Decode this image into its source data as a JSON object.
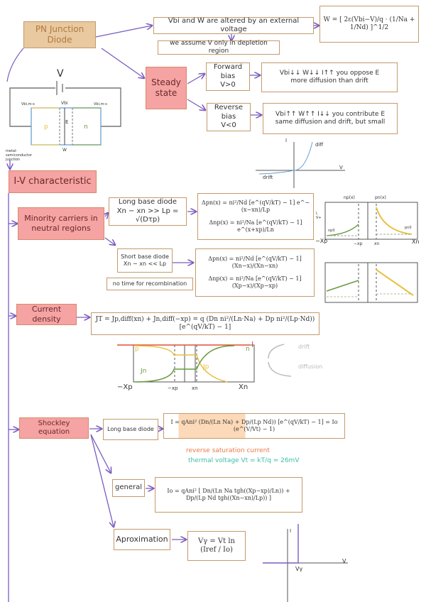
{
  "title": "PN Junction Diode",
  "top": {
    "alter_note": "Vbi and W are altered by an external voltage",
    "w_formula": "W = [ 2ε(Vbi−V)/q · (1/Na + 1/Nd) ]^1/2",
    "assume_note": "we assume V only in depletion region"
  },
  "steady": {
    "label": "Steady state",
    "forward": {
      "label": "Forward bias",
      "cond": "V>0",
      "effects": "Vbi↓↓  W↓↓  I↑↑   you oppose E",
      "note": "more diffusion than drift"
    },
    "reverse": {
      "label": "Reverse bias",
      "cond": "V<0",
      "effects": "Vbi↑↑  W↑↑  I↓↓   you contribute E",
      "note": "same diffusion and drift, but small"
    }
  },
  "circuit": {
    "v": "V",
    "vbi": "Vbi",
    "vleft": "Vbi,m-s",
    "vright": "Vbi,m-s",
    "p": "p",
    "n": "n",
    "e": "E",
    "w": "W",
    "junction": "metal-semiconductor junction"
  },
  "iv_plot": {
    "i": "I",
    "v": "V",
    "diff": "diff",
    "drift": "drift"
  },
  "iv": {
    "label": "I-V characteristic",
    "minority": {
      "label": "Minority carriers in neutral regions",
      "long": {
        "label": "Long base diode",
        "cond": "Xn − xn >> Lp = √(Dτp)",
        "eq1": "Δpn(x) = ni²/Nd [e^(qV/kT) − 1] e^−(x−xn)/Lp",
        "eq2": "Δnp(x) = ni²/Na [e^(qV/kT) − 1] e^(x+xp)/Ln"
      },
      "short": {
        "label": "Short base diode",
        "cond": "Xn − xn << Lp",
        "note": "no time for recombination",
        "eq1": "Δpn(x) = ni²/Nd [e^(qV/kT) − 1] (Xn−x)/(Xn−xn)",
        "eq2": "Δnp(x) = ni²/Na [e^(qV/kT) − 1] (Xp−x)/(Xp−xp)"
      },
      "plot": {
        "np": "np(x)",
        "pn": "pn(x)",
        "np0": "np0",
        "pn0": "pn0",
        "xl": "−Xp",
        "xp": "−xp",
        "xn": "xn",
        "xr": "Xn",
        "iv": "I, V+"
      }
    },
    "current": {
      "label": "Current density",
      "eq": "JT = Jp,diff(xn) + Jn,diff(−xp) = q (Dn ni²/(Ln·Na) + Dp ni²/(Lp·Nd)) [e^(qV/kT) − 1]",
      "plot": {
        "p": "p",
        "n": "n",
        "i": "I",
        "jn": "Jn",
        "jp": "Jp",
        "xl": "−Xp",
        "xp": "−xp",
        "xn": "xn",
        "xr": "Xn",
        "drift": "drift",
        "diffusion": "diffusion"
      }
    }
  },
  "shockley": {
    "label": "Shockley equation",
    "long": "Long base diode",
    "eq": "I = qAni² (Dn/(Ln Na) + Dp/(Lp Nd)) [e^(qV/kT) − 1] = Io (e^(V/Vt) − 1)",
    "rsc": "reverse saturation current",
    "tv": "thermal voltage Vt = kT/q ≈ 26mV",
    "general": "general",
    "general_eq": "Io = qAni² [ Dn/(Ln Na tgh((Xp−xp)/Ln)) + Dp/(Lp Nd tgh((Xn−xn)/Lp)) ]",
    "approx": "Aproximation",
    "approx_eq": "Vγ = Vt ln (Iref / Io)",
    "plot": {
      "i": "I",
      "v": "V",
      "vg": "Vγ"
    }
  },
  "colors": {
    "arrow": "#7a5cc0",
    "box_border": "#c49a6c",
    "pink": "#f5a3a3",
    "tan": "#e9c9a0",
    "orange": "#e87a4a",
    "teal": "#3cbfa8",
    "green": "#6a9a40",
    "yellow": "#e8c040"
  }
}
